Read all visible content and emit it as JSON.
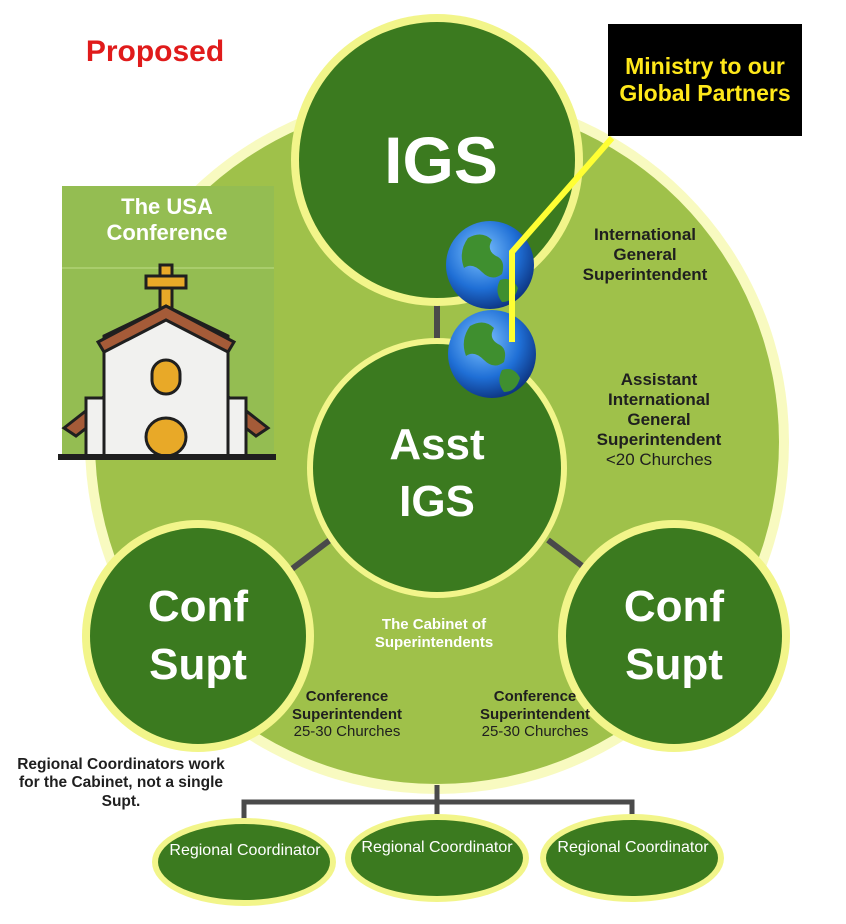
{
  "title": "Proposed",
  "callout": "Ministry to our Global Partners",
  "usa_conference": {
    "title": "The USA Conference"
  },
  "igs": {
    "label": "IGS",
    "description": "International General Superintendent"
  },
  "asst_igs": {
    "line1": "Asst",
    "line2": "IGS",
    "description": "Assistant International General Superintendent",
    "count": "<20 Churches"
  },
  "cabinet": "The Cabinet of Superintendents",
  "conf_supt_left": {
    "line1": "Conf",
    "line2": "Supt",
    "role": "Conference Superintendent",
    "count": "25-30 Churches"
  },
  "conf_supt_right": {
    "line1": "Conf",
    "line2": "Supt",
    "role": "Conference Superintendent",
    "count": "25-30 Churches"
  },
  "regional_note": "Regional Coordinators work for the Cabinet, not a single Supt.",
  "regional_coordinators": [
    {
      "label": "Regional Coordinator"
    },
    {
      "label": "Regional Coordinator"
    },
    {
      "label": "Regional Coordinator"
    }
  ],
  "colors": {
    "outer_circle": "#9fc14a",
    "node_green": "#3b7a1f",
    "glow": "#f2f58a",
    "callout_bg": "#000000",
    "callout_text": "#ffe81a",
    "title_red": "#e01b1b",
    "usa_panel": "#94bd52"
  },
  "icons": [
    "globe-icon",
    "globe-icon",
    "church-icon"
  ]
}
